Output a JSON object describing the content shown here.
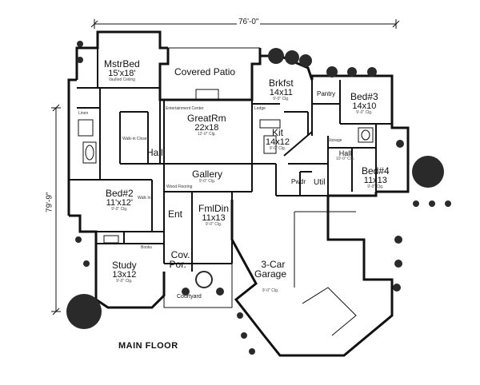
{
  "overall": {
    "width_dim": "76'-0\"",
    "depth_dim": "79'-9\""
  },
  "floor_label": "MAIN FLOOR",
  "rooms": {
    "mstr_bed": {
      "name": "MstrBed",
      "size": "15'x18'",
      "ceiling": "Vaulted Ceiling"
    },
    "covered_patio": {
      "name": "Covered Patio"
    },
    "great_rm": {
      "name": "GreatRm",
      "size": "22x18",
      "ceiling": "12'-0\" Clg."
    },
    "brkfst": {
      "name": "Brkfst",
      "size": "14x11",
      "ceiling": "9'-0\" Clg."
    },
    "kit": {
      "name": "Kit",
      "size": "14x12",
      "ceiling": "9'-0\" Clg."
    },
    "bed3": {
      "name": "Bed#3",
      "size": "14x10",
      "ceiling": "9'-0\" Clg."
    },
    "bed4": {
      "name": "Bed#4",
      "size": "11x13",
      "ceiling": "9'-0\" Clg."
    },
    "bed2": {
      "name": "Bed#2",
      "size": "11'x12'",
      "ceiling": "9'-0\" Clg."
    },
    "gallery": {
      "name": "Gallery",
      "ceiling": "9'-0\" Clg."
    },
    "hall_left": {
      "name": "Hall"
    },
    "hall_right": {
      "name": "Hall",
      "ceiling": "10'-0\" Clg."
    },
    "fml_din": {
      "name": "FmlDin",
      "size": "11x13",
      "ceiling": "9'-0\" Clg."
    },
    "ent": {
      "name": "Ent"
    },
    "cov_por": {
      "name": "Cov.\nPor."
    },
    "study": {
      "name": "Study",
      "size": "13x12",
      "ceiling": "9'-0\" Clg."
    },
    "garage": {
      "name": "3-Car\nGarage",
      "ceiling": "9'-0\" Clg."
    },
    "pantry": {
      "name": "Pantry"
    },
    "util": {
      "name": "Util"
    },
    "pwdr": {
      "name": "Pwdr"
    },
    "courtyard": {
      "name": "Courtyard"
    }
  },
  "notes": {
    "walk_in_closet": "Walk-in Closet",
    "entertainment_center": "Entertainment Center",
    "storage": "Storage",
    "wood_flooring": "Wood Flooring",
    "walk_in": "Walk In",
    "ledge": "Ledge",
    "books": "Books",
    "linen": "Linen"
  },
  "colors": {
    "line": "#111111",
    "background": "#ffffff",
    "shrub": "#2a2a2a"
  }
}
